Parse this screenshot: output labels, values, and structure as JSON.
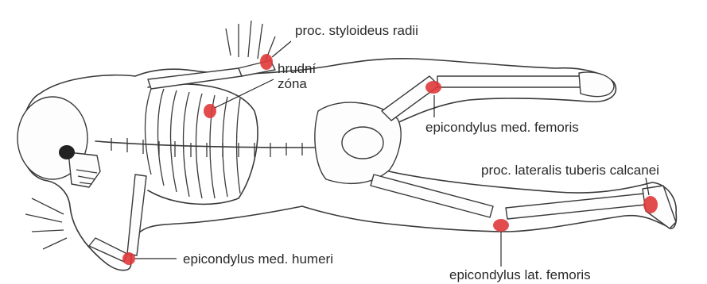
{
  "labels": {
    "proc_styloideus": "proc. styloideus radii",
    "hrudni_1": "hrudní",
    "hrudni_2": "zóna",
    "epicondylus_med_femoris": "epicondylus med. femoris",
    "proc_lateralis": "proc. lateralis tuberis calcanei",
    "epicondylus_med_humeri": "epicondylus med. humeri",
    "epicondylus_lat_femoris": "epicondylus lat. femoris"
  },
  "colors": {
    "marker": "#e0393a",
    "outline": "#3a3a3a",
    "text": "#2a2a2a"
  }
}
